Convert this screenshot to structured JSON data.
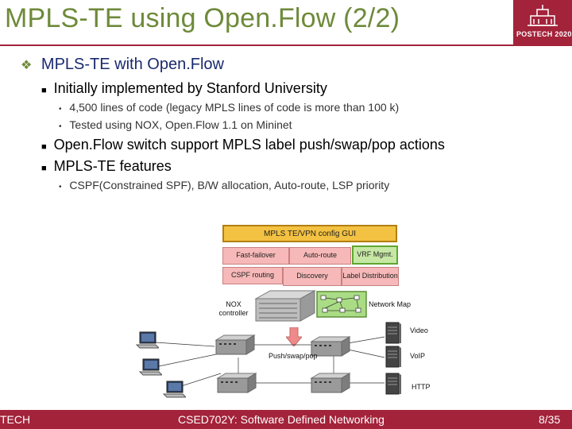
{
  "header": {
    "title": "MPLS-TE using Open.Flow (2/2)",
    "logo_text": "POSTECH 2020"
  },
  "content": {
    "heading": "MPLS-TE with Open.Flow",
    "bullets": [
      {
        "text": "Initially implemented by Stanford University",
        "sub": [
          "4,500 lines of code (legacy MPLS lines of code is more than 100 k)",
          "Tested using NOX, Open.Flow 1.1 on Mininet"
        ]
      },
      {
        "text": "Open.Flow switch support MPLS label push/swap/pop actions"
      },
      {
        "text": "MPLS-TE features",
        "sub": [
          "CSPF(Constrained SPF), B/W allocation, Auto-route, LSP priority"
        ]
      }
    ]
  },
  "diagram": {
    "gui": "MPLS TE/VPN config GUI",
    "boxes": {
      "fast_failover": "Fast-failover",
      "auto_route": "Auto-route",
      "vrf": "VRF Mgmt.",
      "cspf": "CSPF routing",
      "discovery": "Discovery",
      "label_distribution": "Label Distribution"
    },
    "nox": "NOX controller",
    "network_map": "Network Map",
    "video": "Video",
    "voip": "VoIP",
    "http": "HTTP",
    "push": "Push/swap/pop"
  },
  "footer": {
    "left": "TECH",
    "course": "CSED702Y: Software Defined Networking",
    "page": "8/35"
  },
  "colors": {
    "title_green": "#6e8a3a",
    "brand_red": "#a3233a",
    "gui_yellow": "#f4c242",
    "pink": "#f6b8b8",
    "green_box": "#c6e8a4"
  }
}
